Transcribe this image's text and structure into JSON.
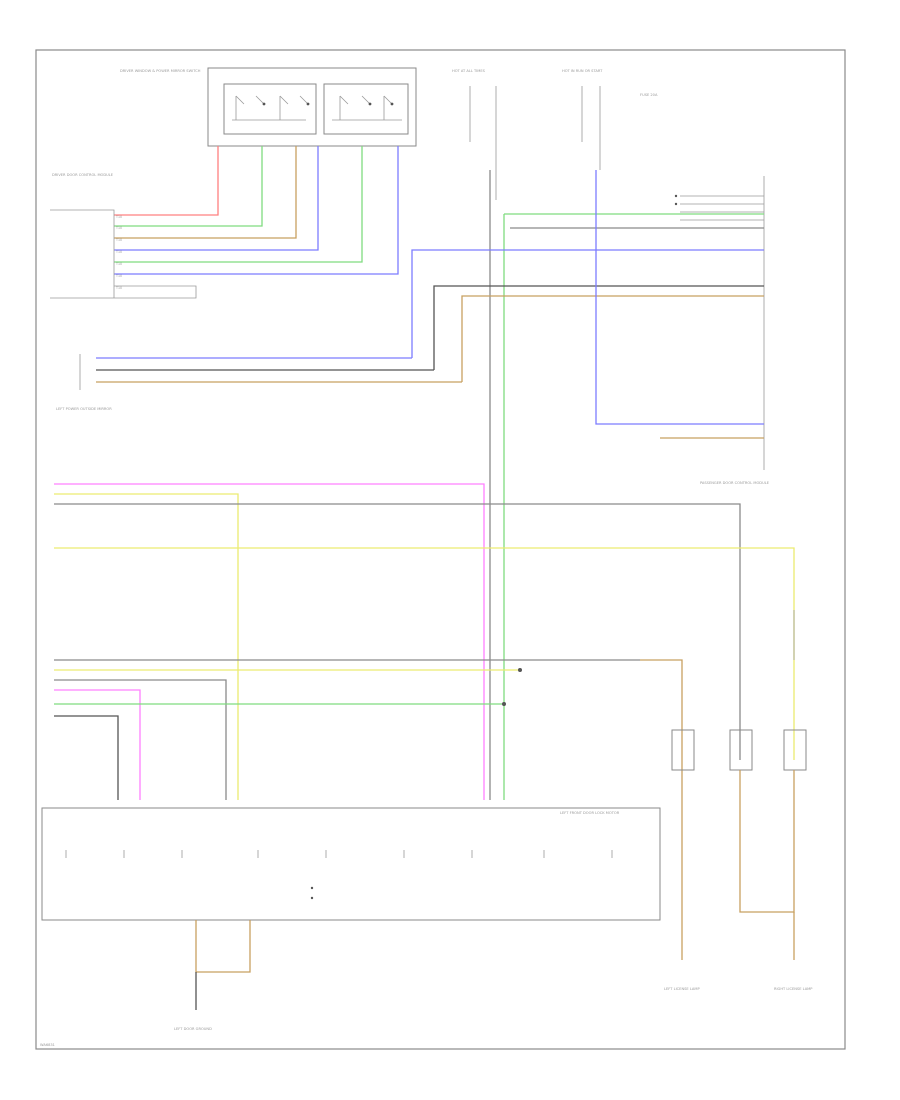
{
  "colors": {
    "red": "#ff8080",
    "green": "#7fdc7f",
    "blue": "#7c7cff",
    "brown": "#c8a060",
    "yellow": "#ecec70",
    "pink": "#ff80ff",
    "gray": "#8a8a8a",
    "dark": "#555555"
  },
  "footer": {
    "code": "WA6831"
  },
  "labels": {
    "switch_title": "DRIVER WINDOW & POWER MIRROR SWITCH",
    "door_module": "DRIVER DOOR CONTROL MODULE",
    "fuse_a": "HOT AT ALL TIMES",
    "fuse_b": "HOT IN RUN OR START",
    "fuse_c": "FUSE 20A",
    "left_mirror": "LEFT POWER OUTSIDE MIRROR",
    "right_module": "PASSENGER DOOR CONTROL MODULE",
    "bottom_module": "LEFT FRONT DOOR LOCK MOTOR",
    "bottom_ground": "LEFT DOOR GROUND",
    "ground_a": "LEFT LICENSE LAMP",
    "ground_b": "RIGHT LICENSE LAMP"
  }
}
